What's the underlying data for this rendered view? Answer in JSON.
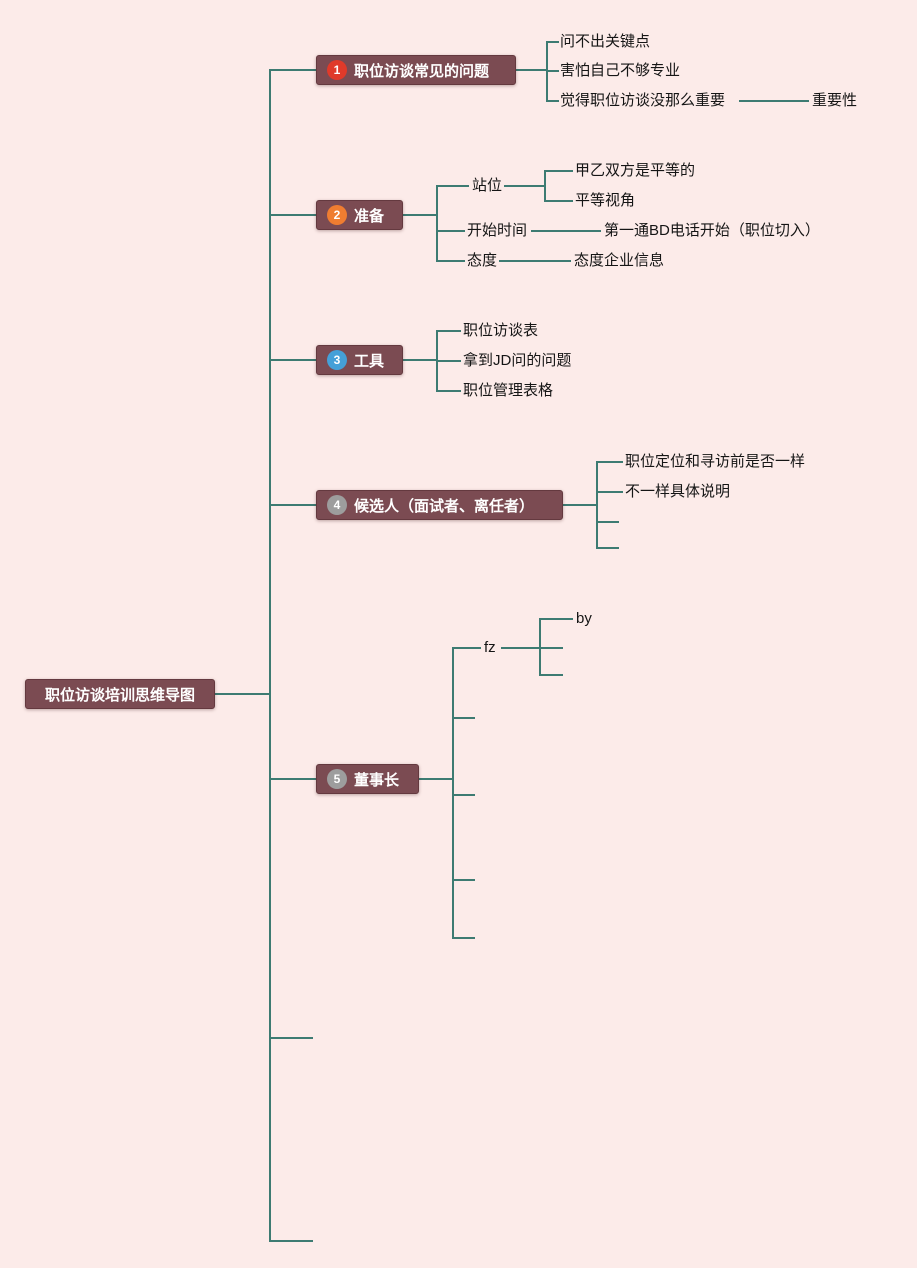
{
  "title": "职位访谈培训思维导图",
  "colors": {
    "background": "#fcebe9",
    "connector_line": "#3d7b72",
    "node_fill": "#7b4b52",
    "node_text": "#ffffff",
    "topic_text": "#151515",
    "badge_1": "#e03a2a",
    "badge_2": "#ef7d31",
    "badge_3": "#45a0d8",
    "badge_4": "#9d9d9d",
    "badge_5": "#9d9d9d"
  },
  "root": {
    "label": "职位访谈培训思维导图"
  },
  "branches": [
    {
      "badge": "1",
      "label": "职位访谈常见的问题",
      "children": [
        {
          "label": "问不出关键点"
        },
        {
          "label": "害怕自己不够专业"
        },
        {
          "label": "觉得职位访谈没那么重要",
          "children": [
            {
              "label": "重要性"
            }
          ]
        }
      ]
    },
    {
      "badge": "2",
      "label": "准备",
      "children": [
        {
          "label": "站位",
          "children": [
            {
              "label": "甲乙双方是平等的"
            },
            {
              "label": "平等视角"
            }
          ]
        },
        {
          "label": "开始时间",
          "children": [
            {
              "label": "第一通BD电话开始（职位切入）"
            }
          ]
        },
        {
          "label": "态度",
          "children": [
            {
              "label": "态度企业信息"
            }
          ]
        }
      ]
    },
    {
      "badge": "3",
      "label": "工具",
      "children": [
        {
          "label": "职位访谈表"
        },
        {
          "label": "拿到JD问的问题"
        },
        {
          "label": "职位管理表格"
        }
      ]
    },
    {
      "badge": "4",
      "label": "候选人（面试者、离任者）",
      "children": [
        {
          "label": "职位定位和寻访前是否一样"
        },
        {
          "label": "不一样具体说明"
        },
        {
          "label": ""
        },
        {
          "label": ""
        }
      ]
    },
    {
      "badge": "5",
      "label": "董事长",
      "children": [
        {
          "label": "fz",
          "children": [
            {
              "label": "by"
            },
            {
              "label": ""
            },
            {
              "label": ""
            }
          ]
        },
        {
          "label": ""
        },
        {
          "label": ""
        },
        {
          "label": ""
        },
        {
          "label": ""
        }
      ]
    },
    {
      "badge": "",
      "label": "",
      "children": []
    },
    {
      "badge": "",
      "label": "",
      "children": []
    }
  ]
}
